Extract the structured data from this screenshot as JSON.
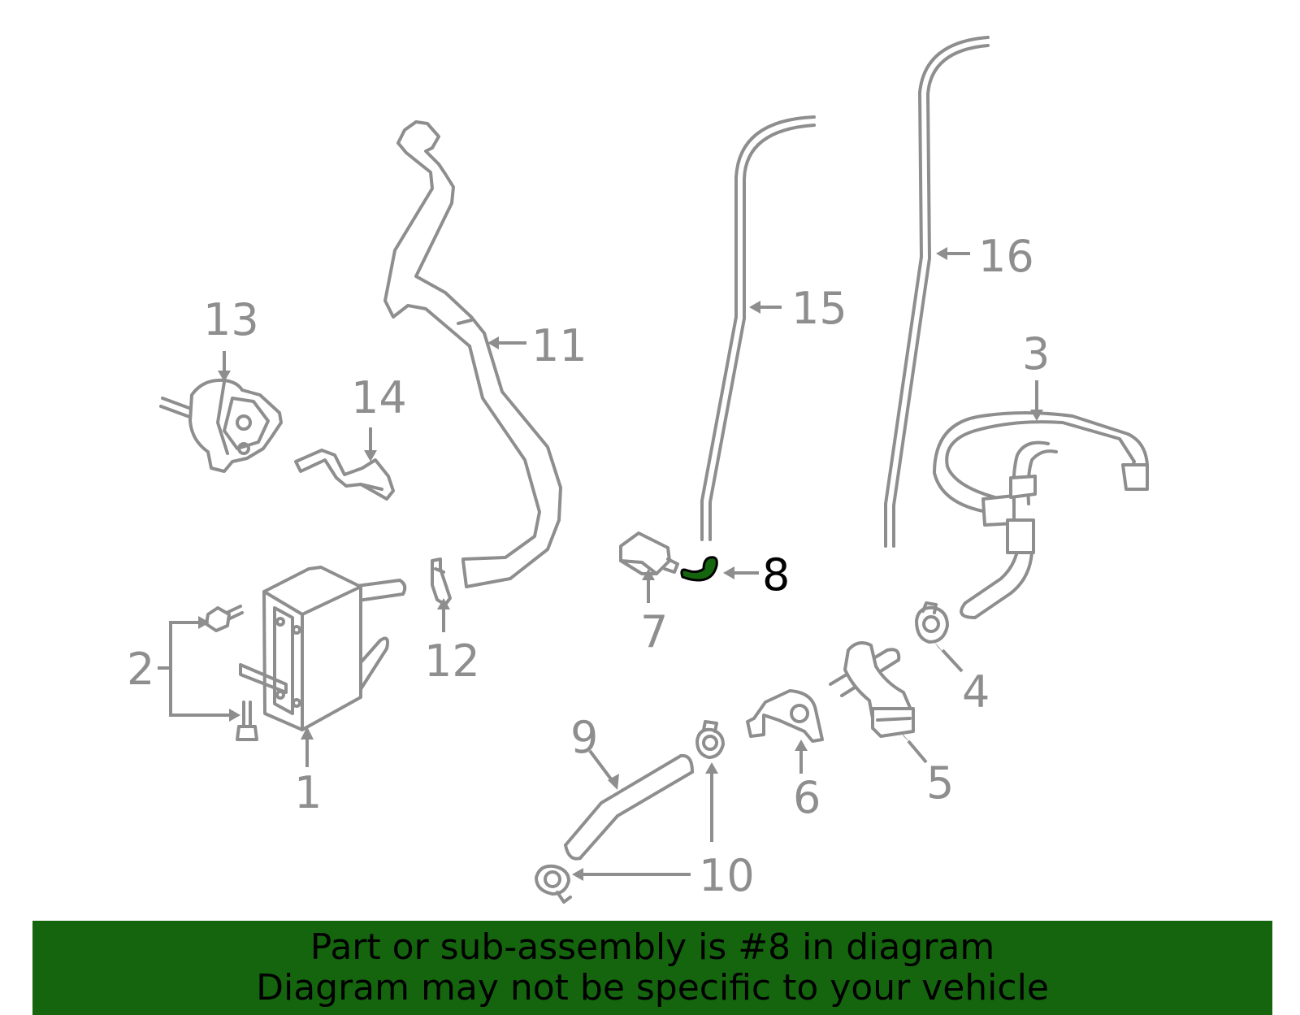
{
  "callouts": {
    "c1": "1",
    "c2": "2",
    "c3": "3",
    "c4": "4",
    "c5": "5",
    "c6": "6",
    "c7": "7",
    "c8": "8",
    "c9": "9",
    "c10": "10",
    "c11": "11",
    "c12": "12",
    "c13": "13",
    "c14": "14",
    "c15": "15",
    "c16": "16"
  },
  "highlight": {
    "part": "8",
    "color": "#15650f"
  },
  "banner": {
    "line1": "Part or sub-assembly is #8 in diagram",
    "line2": "Diagram may not be specific to your vehicle",
    "background": "#15650f"
  }
}
